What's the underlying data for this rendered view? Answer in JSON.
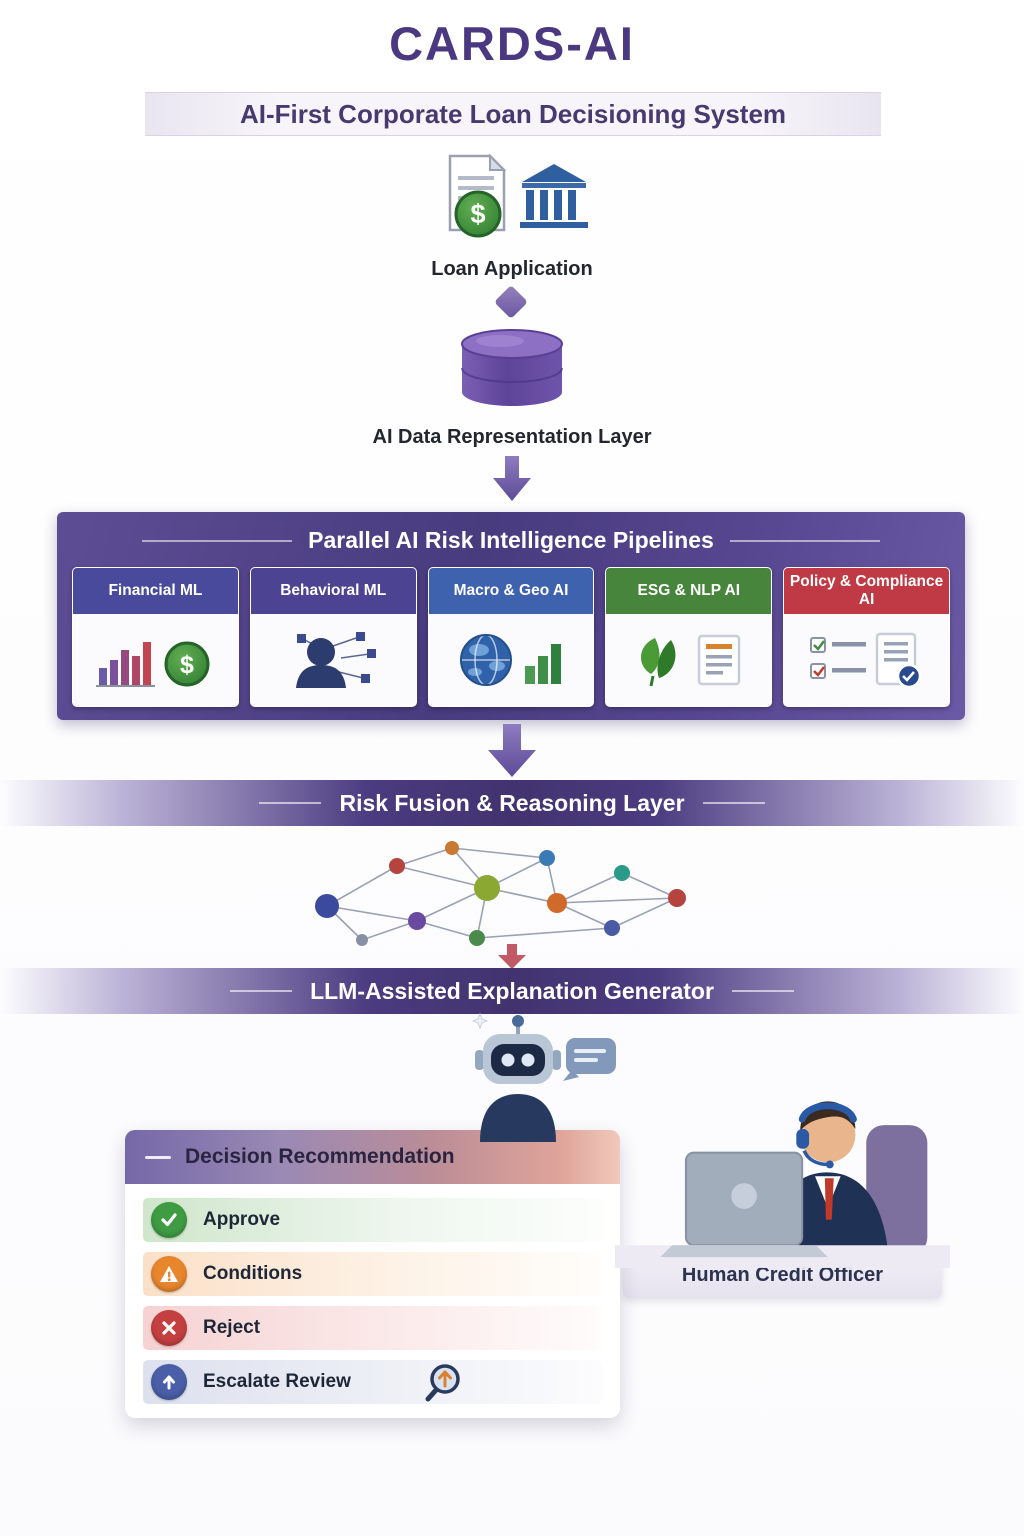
{
  "header": {
    "title": "CARDS-AI",
    "subtitle": "AI-First Corporate Loan Decisioning System"
  },
  "flow": {
    "loan_application_label": "Loan Application",
    "data_layer_label": "AI Data Representation Layer",
    "pipelines": {
      "title": "Parallel AI Risk Intelligence Pipelines",
      "cards": [
        {
          "label": "Financial ML",
          "color": "#4a4a9c",
          "icon": "bar-chart-dollar-icon"
        },
        {
          "label": "Behavioral ML",
          "color": "#4c4492",
          "icon": "person-network-icon"
        },
        {
          "label": "Macro & Geo AI",
          "color": "#3e62ae",
          "icon": "globe-chart-icon"
        },
        {
          "label": "ESG & NLP AI",
          "color": "#48853c",
          "icon": "leaf-document-icon"
        },
        {
          "label": "Policy & Compliance AI",
          "color": "#bf3a44",
          "icon": "checklist-document-icon"
        }
      ]
    },
    "fusion_label": "Risk Fusion & Reasoning Layer",
    "llm_label": "LLM-Assisted Explanation Generator"
  },
  "decision": {
    "title": "Decision Recommendation",
    "options": [
      {
        "label": "Approve",
        "color": "#3f9c43",
        "icon": "check-icon"
      },
      {
        "label": "Conditions",
        "color": "#e8862e",
        "icon": "warning-icon"
      },
      {
        "label": "Reject",
        "color": "#c44040",
        "icon": "x-icon"
      },
      {
        "label": "Escalate Review",
        "color": "#4a5fa8",
        "icon": "up-arrow-icon"
      }
    ]
  },
  "human_officer_label": "Human Credit Officer",
  "colors": {
    "brand_purple": "#4a3880",
    "panel_purple": "#4a3c80",
    "banner_purple": "#43336f",
    "arrow_purple": "#7a68b0",
    "arrow_red": "#c25a66",
    "approve_green": "#3f9c43",
    "conditions_orange": "#e8862e",
    "reject_red": "#c44040",
    "escalate_blue": "#4a5fa8"
  },
  "icons": {
    "loan_application": "document-dollar-bank-icon",
    "data_layer": "database-cylinder-icon",
    "fusion": "network-graph-icon",
    "llm": "robot-chat-icon",
    "escalate_extra": "magnifier-up-arrow-icon",
    "human": "credit-officer-illustration"
  }
}
